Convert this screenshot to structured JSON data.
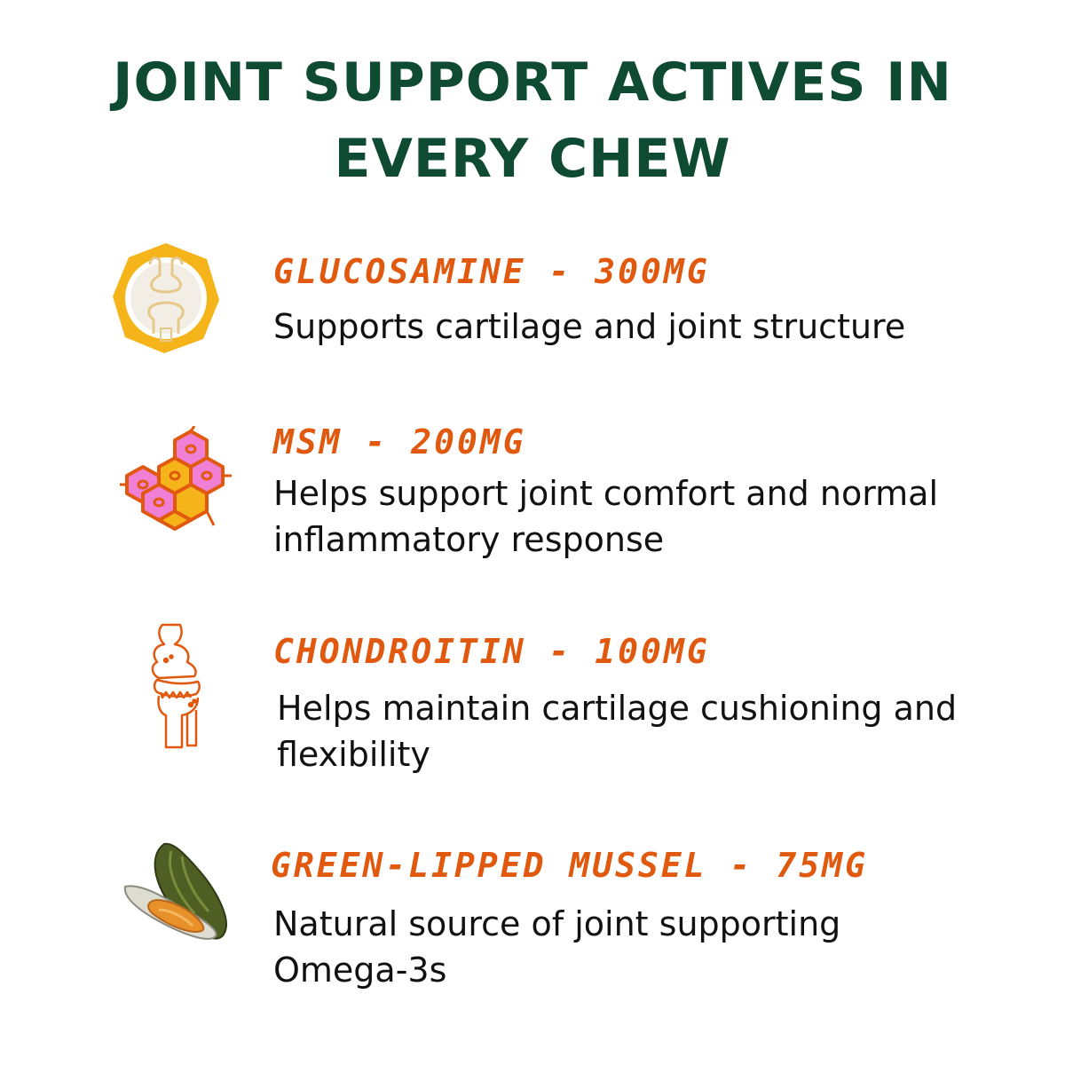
{
  "colors": {
    "title": "#0f4a33",
    "accent": "#e0590f",
    "text": "#111111",
    "gold": "#f4b41a",
    "pink": "#f07fd6",
    "mussel_green": "#5c6b28",
    "mussel_orange": "#e8902a"
  },
  "title": {
    "line1": "Joint Support Actives in",
    "line2": "Every Chew"
  },
  "items": [
    {
      "icon": "joint-badge-icon",
      "name": "Glucosamine - 300mg",
      "desc": "Supports cartilage and joint structure"
    },
    {
      "icon": "molecule-hexagons-icon",
      "name": "MSM - 200mg",
      "desc": "Helps support joint comfort and normal inflammatory response"
    },
    {
      "icon": "knee-joint-outline-icon",
      "name": "Chondroitin - 100mg",
      "desc": "Helps maintain cartilage cushioning and flexibility"
    },
    {
      "icon": "green-lipped-mussel-icon",
      "name": "Green-Lipped Mussel - 75mg",
      "desc": "Natural source of joint supporting Omega-3s"
    }
  ]
}
